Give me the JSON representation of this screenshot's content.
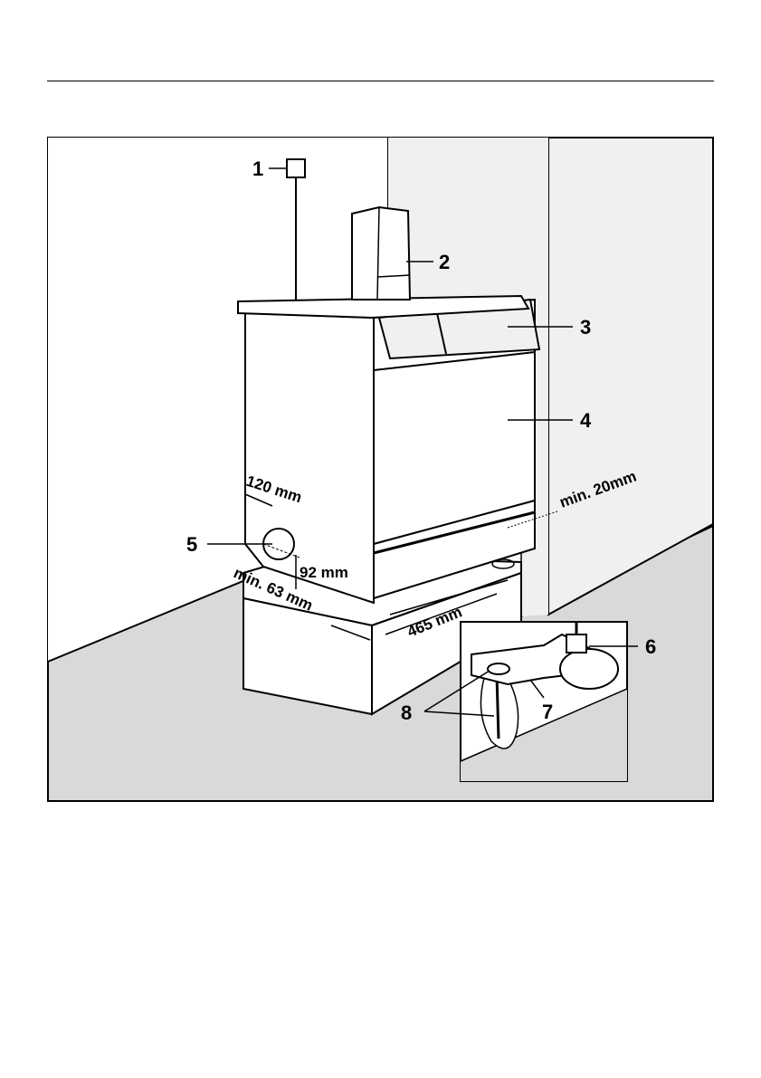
{
  "callouts": {
    "c1": "1",
    "c2": "2",
    "c3": "3",
    "c4": "4",
    "c5": "5",
    "c6": "6",
    "c7": "7",
    "c8": "8"
  },
  "dimensions": {
    "d120": "120 mm",
    "d92": "92 mm",
    "d63": "min. 63 mm",
    "d465": "465 mm",
    "d20": "min. 20mm"
  },
  "colors": {
    "floor": "#d9d9d9",
    "wall_panel": "#f0f0f0",
    "line": "#000000"
  }
}
